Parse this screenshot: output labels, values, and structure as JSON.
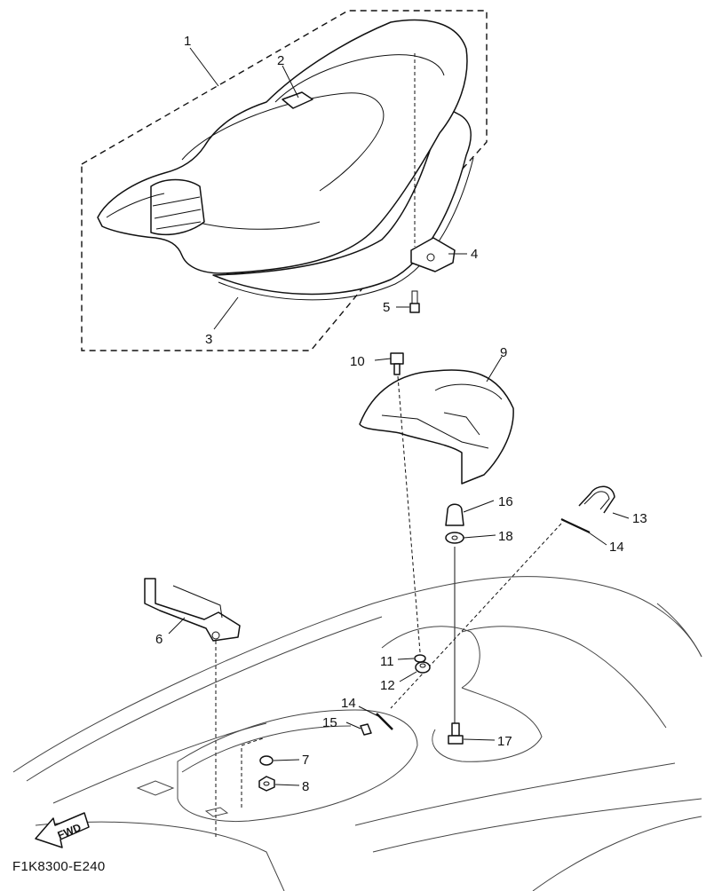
{
  "diagram": {
    "figure_code": "F1K8300-E240",
    "fwd_label": "FWD",
    "callouts": [
      {
        "id": "c1",
        "label": "1"
      },
      {
        "id": "c2",
        "label": "2"
      },
      {
        "id": "c3",
        "label": "3"
      },
      {
        "id": "c4",
        "label": "4"
      },
      {
        "id": "c5",
        "label": "5"
      },
      {
        "id": "c6",
        "label": "6"
      },
      {
        "id": "c7",
        "label": "7"
      },
      {
        "id": "c8",
        "label": "8"
      },
      {
        "id": "c9",
        "label": "9"
      },
      {
        "id": "c10",
        "label": "10"
      },
      {
        "id": "c11",
        "label": "11"
      },
      {
        "id": "c12",
        "label": "12"
      },
      {
        "id": "c13",
        "label": "13"
      },
      {
        "id": "c14a",
        "label": "14"
      },
      {
        "id": "c14b",
        "label": "14"
      },
      {
        "id": "c15",
        "label": "15"
      },
      {
        "id": "c16",
        "label": "16"
      },
      {
        "id": "c17",
        "label": "17"
      },
      {
        "id": "c18",
        "label": "18"
      }
    ]
  }
}
